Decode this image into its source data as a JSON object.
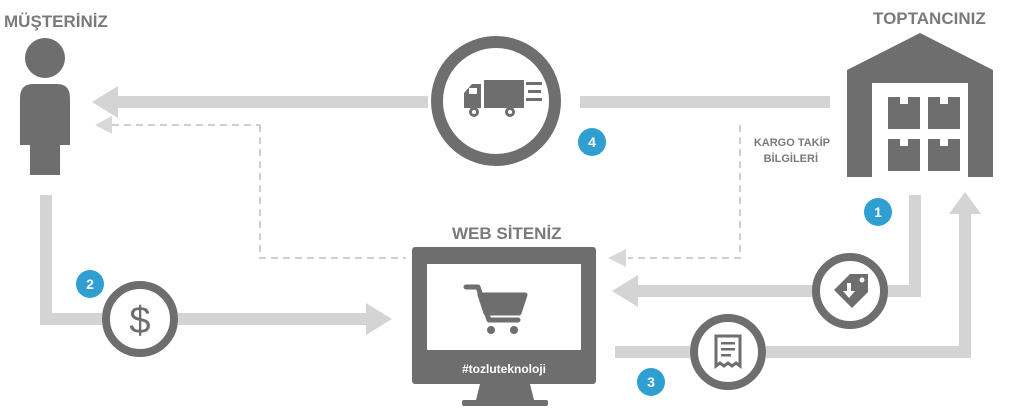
{
  "labels": {
    "customer": "MÜŞTERİNİZ",
    "wholesaler": "TOPTANCINIZ",
    "website": "WEB SİTENİZ",
    "cargo_line1": "KARGO TAKİP",
    "cargo_line2": "BİLGİLERİ",
    "screen_tag": "#tozluteknoloji"
  },
  "steps": [
    "1",
    "2",
    "3",
    "4"
  ],
  "icons": {
    "customer": "person-icon",
    "wholesaler": "warehouse-icon",
    "website": "monitor-cart-icon",
    "shipping": "delivery-truck-icon",
    "payment": "dollar-icon",
    "order": "tag-download-icon",
    "invoice": "receipt-icon"
  },
  "colors": {
    "icon_gray": "#6e6e6e",
    "line_gray": "#d4d4d4",
    "dash_gray": "#cfcfcf",
    "badge_blue": "#2f9fd2",
    "text_gray": "#7a7a7a"
  }
}
